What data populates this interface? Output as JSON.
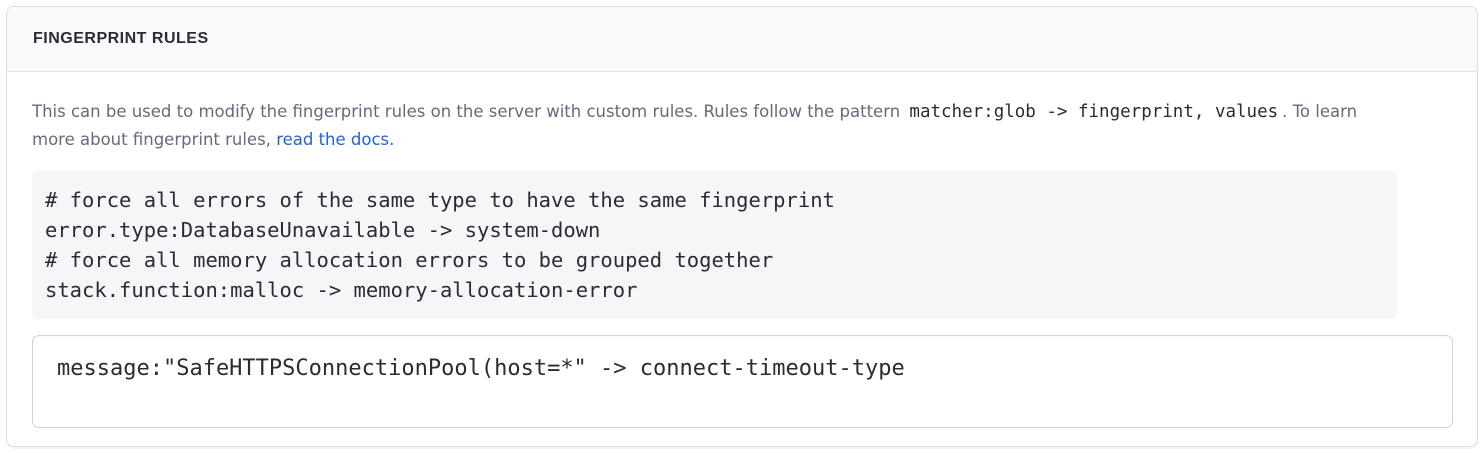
{
  "panel": {
    "header": {
      "title": "FINGERPRINT RULES"
    },
    "description": {
      "intro": "This can be used to modify the fingerprint rules on the server with custom rules. Rules follow the pattern ",
      "pattern_code": "matcher:glob -> fingerprint, values",
      "outro": ". To learn more about fingerprint rules, ",
      "docs_link_label": "read the docs."
    },
    "example": {
      "code": "# force all errors of the same type to have the same fingerprint\nerror.type:DatabaseUnavailable -> system-down\n# force all memory allocation errors to be grouped together\nstack.function:malloc -> memory-allocation-error"
    },
    "editor": {
      "value": "message:\"SafeHTTPSConnectionPool(host=*\" -> connect-timeout-type"
    },
    "colors": {
      "header_background": "#faf9fb",
      "panel_border": "#e0dce5",
      "title_text": "#2f2936",
      "body_text": "#71637e",
      "link": "#2562d4",
      "code_block_background": "#f6f6f8",
      "code_text": "#2f2936",
      "input_border": "#d6d0dc"
    }
  }
}
